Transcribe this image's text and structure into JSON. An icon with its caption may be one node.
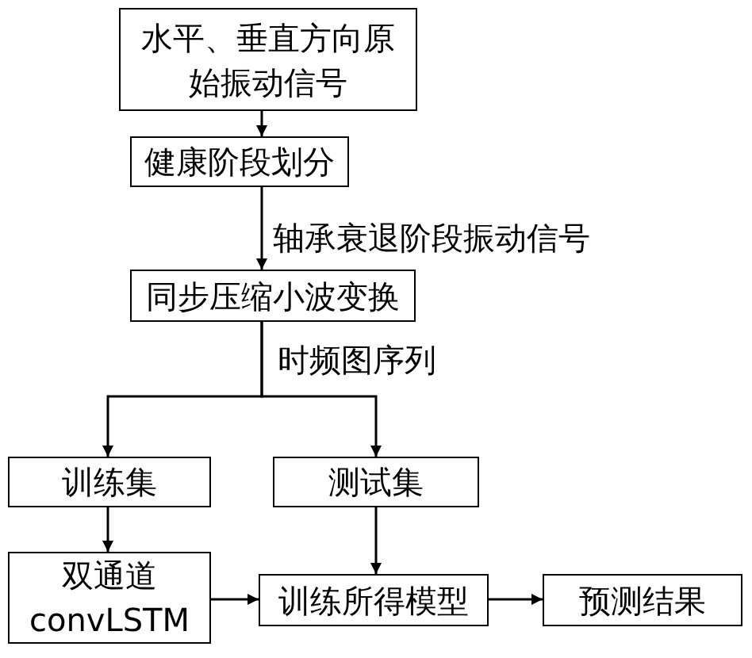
{
  "diagram": {
    "nodes": [
      {
        "text": [
          "水平、垂直方向原始振动信号"
        ]
      },
      {
        "text": [
          "健康阶段划分"
        ]
      },
      {
        "text": [
          "同步压缩小波变换"
        ]
      },
      {
        "text": [
          "训练集"
        ]
      },
      {
        "text": [
          "测试集"
        ]
      },
      {
        "text": [
          "双通道convLSTM"
        ]
      },
      {
        "text": [
          "训练所得模型"
        ]
      },
      {
        "text": [
          "预测结果"
        ]
      }
    ],
    "edges": [
      {
        "from": 0,
        "to": 1,
        "arrow": "to"
      },
      {
        "from": 1,
        "to": 2,
        "arrow": "to",
        "label": "轴承衰退阶段振动信号"
      },
      {
        "from": 2,
        "to": 3,
        "arrow": "to",
        "label": "时频图序列"
      },
      {
        "from": 2,
        "to": 4,
        "arrow": "to"
      },
      {
        "from": 3,
        "to": 5,
        "arrow": "to"
      },
      {
        "from": 4,
        "to": 6,
        "arrow": "to"
      },
      {
        "from": 5,
        "to": 6,
        "arrow": "to"
      },
      {
        "from": 6,
        "to": 7,
        "arrow": "to"
      }
    ]
  }
}
